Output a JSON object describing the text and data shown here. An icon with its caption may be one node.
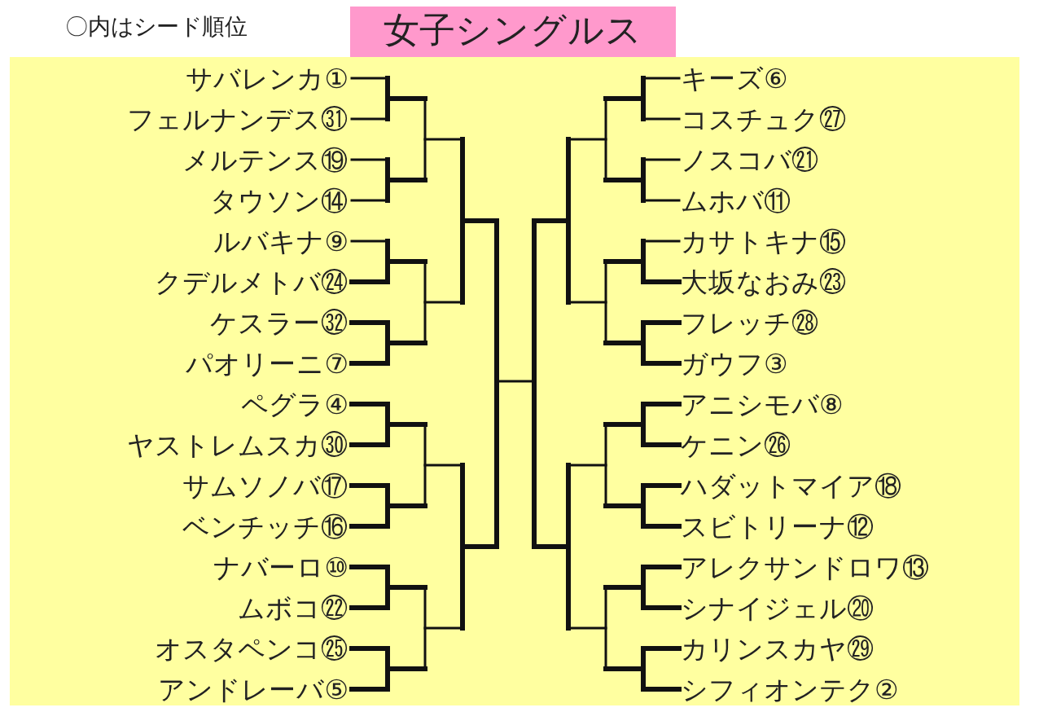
{
  "diagram": {
    "title": "女子シングルス",
    "nodes": [
      {
        "text": [
          "サバレンカ①"
        ]
      },
      {
        "text": [
          "フェルナンデス㉛"
        ]
      },
      {
        "text": [
          "メルテンス⑲"
        ]
      },
      {
        "text": [
          "タウソン⑭"
        ]
      },
      {
        "text": [
          "ルバキナ⑨"
        ]
      },
      {
        "text": [
          "クデルメトバ㉔"
        ]
      },
      {
        "text": [
          "ケスラー㉜"
        ]
      },
      {
        "text": [
          "パオリーニ⑦"
        ]
      },
      {
        "text": [
          "ペグラ④"
        ]
      },
      {
        "text": [
          "ヤストレムスカ㉚"
        ]
      },
      {
        "text": [
          "サムソノバ⑰"
        ]
      },
      {
        "text": [
          "ベンチッチ⑯"
        ]
      },
      {
        "text": [
          "ナバーロ⑩"
        ]
      },
      {
        "text": [
          "ムボコ㉒"
        ]
      },
      {
        "text": [
          "オスタペンコ㉕"
        ]
      },
      {
        "text": [
          "アンドレーバ⑤"
        ]
      },
      {
        "text": [
          "キーズ⑥"
        ]
      },
      {
        "text": [
          "コスチュク㉗"
        ]
      },
      {
        "text": [
          "ノスコバ㉑"
        ]
      },
      {
        "text": [
          "ムホバ⑪"
        ]
      },
      {
        "text": [
          "カサトキナ⑮"
        ]
      },
      {
        "text": [
          "大坂なおみ㉓"
        ]
      },
      {
        "text": [
          "フレッチ㉘"
        ]
      },
      {
        "text": [
          "ガウフ③"
        ]
      },
      {
        "text": [
          "アニシモバ⑧"
        ]
      },
      {
        "text": [
          "ケニン㉖"
        ]
      },
      {
        "text": [
          "ハダットマイア⑱"
        ]
      },
      {
        "text": [
          "スビトリーナ⑫"
        ]
      },
      {
        "text": [
          "アレクサンドロワ⑬"
        ]
      },
      {
        "text": [
          "シナイジェル⑳"
        ]
      },
      {
        "text": [
          "カリンスカヤ㉙"
        ]
      },
      {
        "text": [
          "シフィオンテク②"
        ]
      }
    ],
    "labels": [
      "〇内はシード順位"
    ]
  }
}
